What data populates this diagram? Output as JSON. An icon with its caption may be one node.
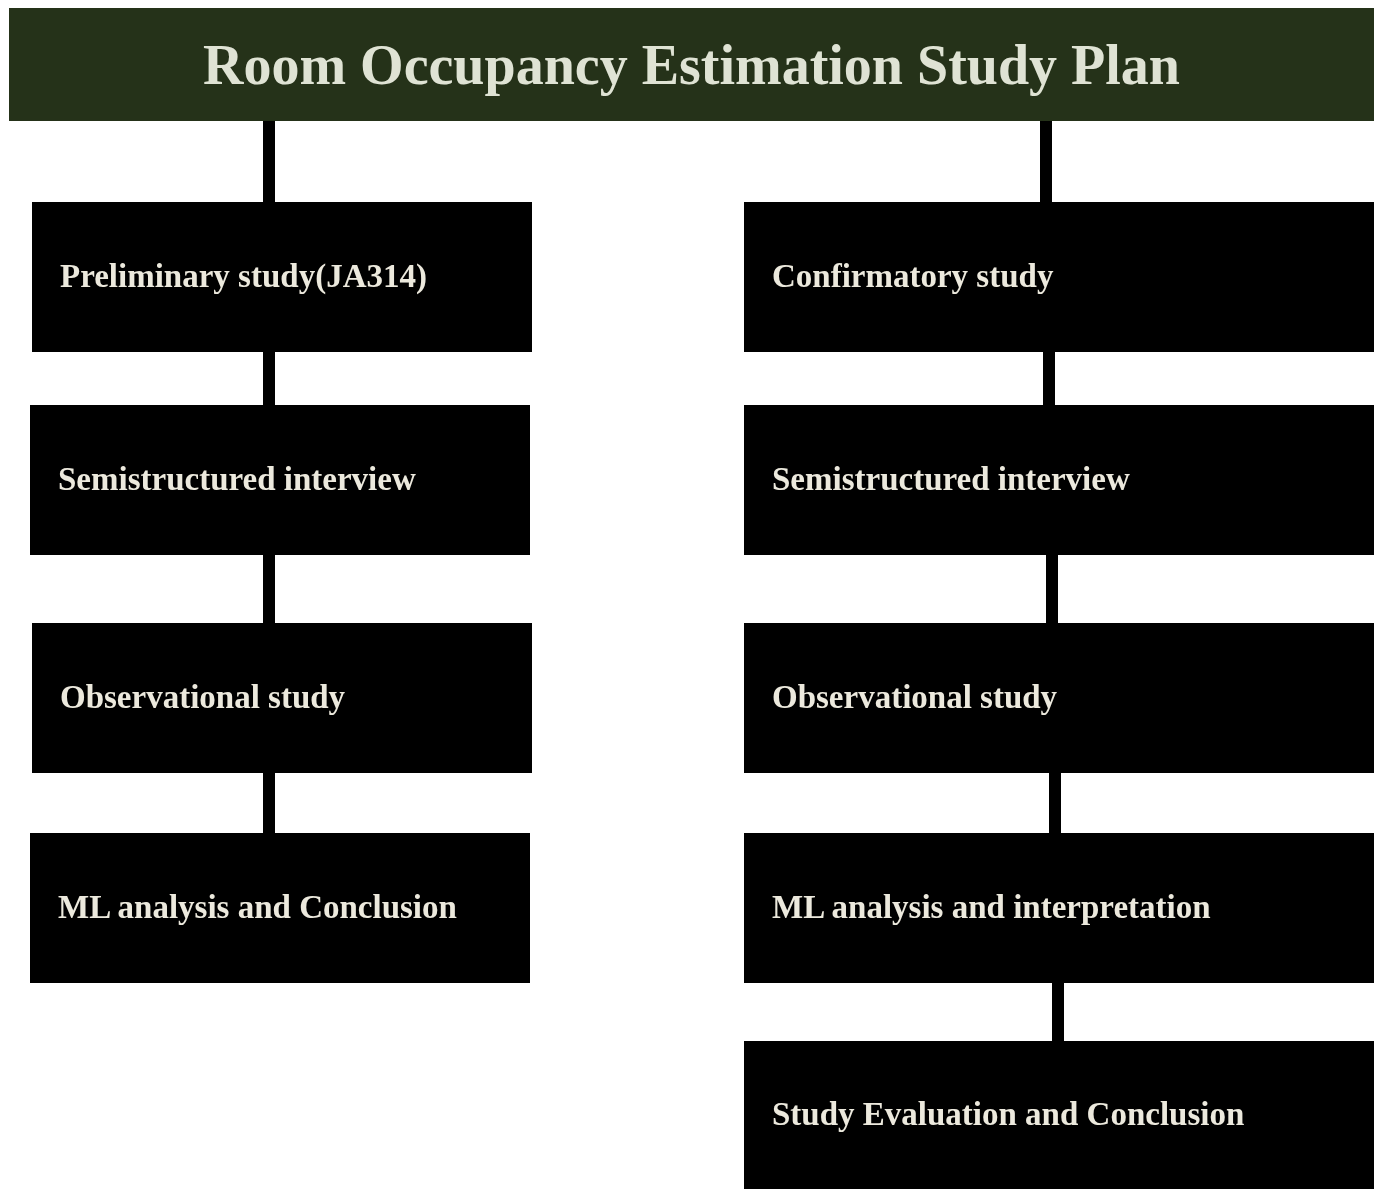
{
  "diagram": {
    "nodes": [
      {
        "text": [
          "Room Occupancy Estimation Study Plan"
        ]
      },
      {
        "text": [
          "Preliminary study(JA314)"
        ]
      },
      {
        "text": [
          "Semistructured interview"
        ]
      },
      {
        "text": [
          "Observational study"
        ]
      },
      {
        "text": [
          "ML analysis and Conclusion"
        ]
      },
      {
        "text": [
          "Confirmatory study"
        ]
      },
      {
        "text": [
          "Semistructured interview"
        ]
      },
      {
        "text": [
          "Observational study"
        ]
      },
      {
        "text": [
          "ML analysis and interpretation"
        ]
      },
      {
        "text": [
          "Study Evaluation and Conclusion"
        ]
      }
    ],
    "edges": [
      {
        "from": 0,
        "to": 1,
        "arrow": "none"
      },
      {
        "from": 1,
        "to": 2,
        "arrow": "none"
      },
      {
        "from": 2,
        "to": 3,
        "arrow": "none"
      },
      {
        "from": 3,
        "to": 4,
        "arrow": "none"
      },
      {
        "from": 0,
        "to": 5,
        "arrow": "none"
      },
      {
        "from": 5,
        "to": 6,
        "arrow": "none"
      },
      {
        "from": 6,
        "to": 7,
        "arrow": "none"
      },
      {
        "from": 7,
        "to": 8,
        "arrow": "none"
      },
      {
        "from": 8,
        "to": 9,
        "arrow": "none"
      }
    ]
  }
}
